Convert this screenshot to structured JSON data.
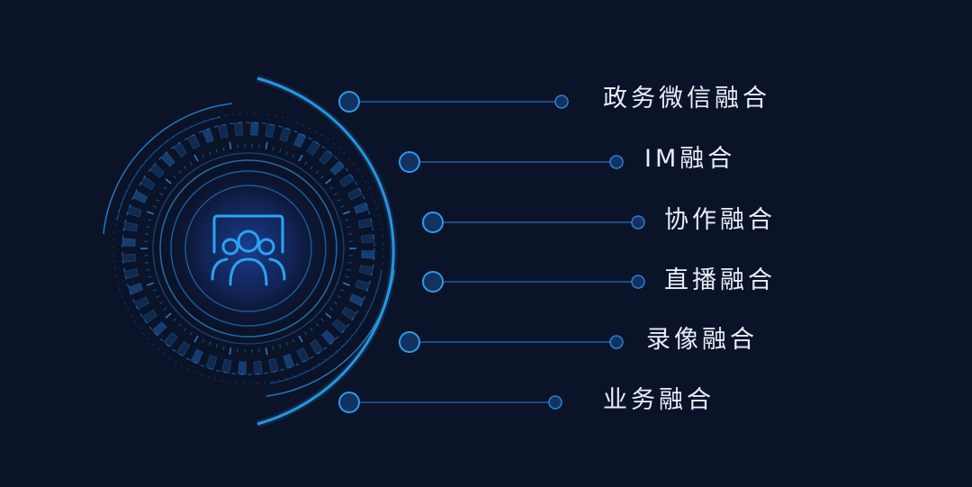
{
  "diagram": {
    "center_icon": "group-users-icon",
    "colors": {
      "background": "#0b1329",
      "accent": "#2b9be8",
      "ring": "#1f6fb8",
      "node_fill": "#123261",
      "text": "#e8eef8"
    },
    "items": [
      {
        "label": "政务微信融合"
      },
      {
        "label": "IM融合"
      },
      {
        "label": "协作融合"
      },
      {
        "label": "直播融合"
      },
      {
        "label": "录像融合"
      },
      {
        "label": "业务融合"
      }
    ]
  }
}
